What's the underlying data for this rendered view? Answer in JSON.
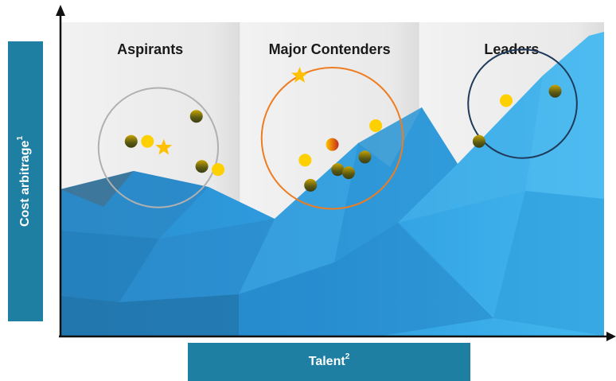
{
  "chart_data": {
    "type": "scatter",
    "title": "",
    "xlabel": "Talent",
    "xlabel_sup": "2",
    "ylabel": "Cost arbitrage",
    "ylabel_sup": "1",
    "xlim": [
      0,
      100
    ],
    "ylim": [
      0,
      100
    ],
    "grid": false,
    "regions": [
      {
        "name": "Aspirants",
        "x_range": [
          0,
          33
        ]
      },
      {
        "name": "Major Contenders",
        "x_range": [
          33,
          66
        ]
      },
      {
        "name": "Leaders",
        "x_range": [
          66,
          100
        ]
      }
    ],
    "clusters": [
      {
        "region": "Aspirants",
        "center": [
          18,
          60
        ],
        "radius": 11,
        "color": "#b0b0b0"
      },
      {
        "region": "Major Contenders",
        "center": [
          50,
          63
        ],
        "radius": 13,
        "color": "#ee7d22"
      },
      {
        "region": "Leaders",
        "center": [
          85,
          74
        ],
        "radius": 10,
        "color": "#1f3a5a"
      }
    ],
    "point_colors": {
      "yellow": "#ffd000",
      "olive": "#6e6a12",
      "red_gradient": "#c82a1b",
      "star": "#ffc000"
    },
    "points": [
      {
        "x": 13,
        "y": 62,
        "style": "olive"
      },
      {
        "x": 16,
        "y": 62,
        "style": "yellow"
      },
      {
        "x": 19,
        "y": 60,
        "style": "star"
      },
      {
        "x": 25,
        "y": 70,
        "style": "olive"
      },
      {
        "x": 26,
        "y": 54,
        "style": "olive"
      },
      {
        "x": 29,
        "y": 53,
        "style": "yellow"
      },
      {
        "x": 44,
        "y": 83,
        "style": "star"
      },
      {
        "x": 45,
        "y": 56,
        "style": "yellow"
      },
      {
        "x": 46,
        "y": 48,
        "style": "olive"
      },
      {
        "x": 50,
        "y": 61,
        "style": "red_gradient"
      },
      {
        "x": 51,
        "y": 53,
        "style": "olive"
      },
      {
        "x": 53,
        "y": 52,
        "style": "olive"
      },
      {
        "x": 56,
        "y": 57,
        "style": "olive"
      },
      {
        "x": 58,
        "y": 67,
        "style": "yellow"
      },
      {
        "x": 77,
        "y": 62,
        "style": "olive"
      },
      {
        "x": 82,
        "y": 75,
        "style": "yellow"
      },
      {
        "x": 91,
        "y": 78,
        "style": "olive"
      }
    ]
  }
}
